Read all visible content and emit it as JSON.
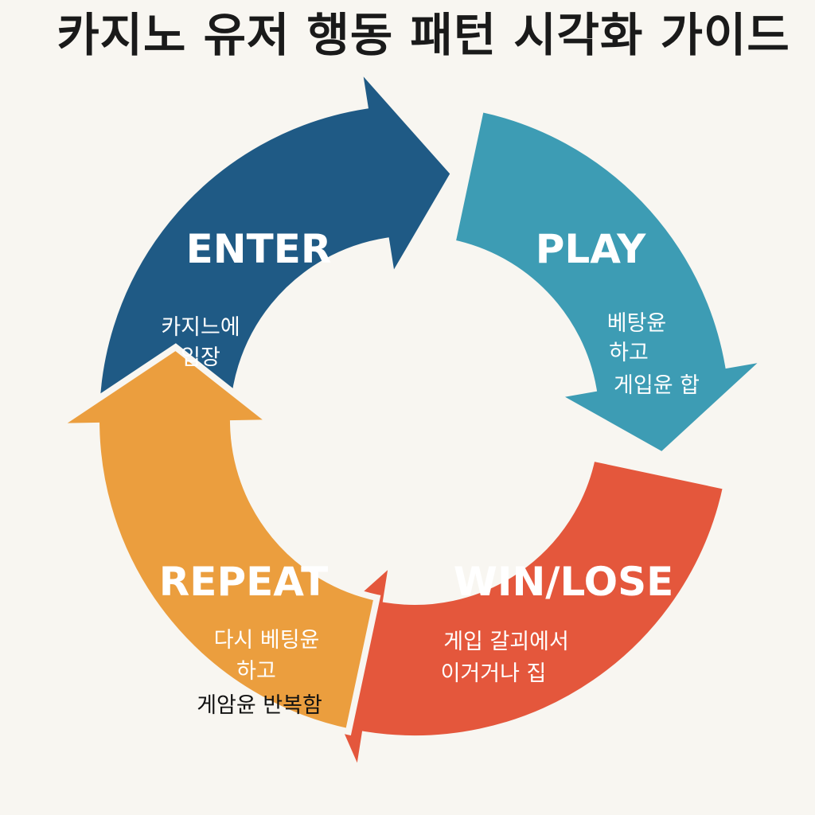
{
  "title": "카지노 유저 행동 패턴 시각화 가이드",
  "colors": {
    "background": "#f8f6f1",
    "enter": "#1f5a85",
    "play": "#3d9cb4",
    "win_lose": "#e4573c",
    "repeat": "#eb9e3e"
  },
  "stages": [
    {
      "id": "enter",
      "title": "ENTER",
      "desc": [
        "카지느에",
        "입장"
      ]
    },
    {
      "id": "play",
      "title": "PLAY",
      "desc": [
        "베탕윤",
        "하고",
        "게입윤 합"
      ]
    },
    {
      "id": "win_lose",
      "title": "WIN/LOSE",
      "desc": [
        "게입 갈괴에서",
        "이거거나 집"
      ]
    },
    {
      "id": "repeat",
      "title": "REPEAT",
      "desc": [
        "다시 베팅윤",
        "하고",
        "게암윤 반복함"
      ]
    }
  ]
}
